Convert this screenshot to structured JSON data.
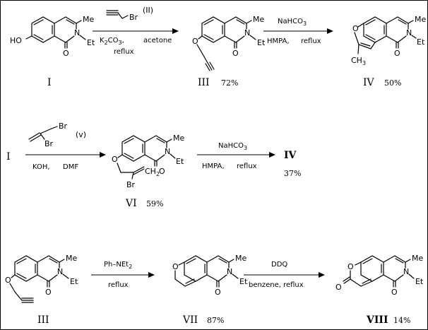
{
  "row1": {
    "compound_I": {
      "label": "I",
      "substituent_ho": "HO",
      "substituent_me": "Me",
      "substituent_et": "Et",
      "atom_n": "N",
      "atom_o": "O"
    },
    "reagent_II": {
      "label": "(II)",
      "atom_br": "Br"
    },
    "arrow1_conditions": {
      "base_main": "K",
      "base_sub": "2",
      "base_tail": "CO",
      "base_sub2": "3",
      "base_comma": ",",
      "solvent": "acetone",
      "mode": "reflux"
    },
    "compound_III": {
      "label": "III",
      "yield": "72%",
      "substituent_me": "Me",
      "substituent_et": "Et",
      "atom_n": "N",
      "atom_o": "O",
      "atom_o2": "O"
    },
    "arrow2_conditions": {
      "reagent_main": "NaHCO",
      "reagent_sub": "3",
      "solvent": "HMPA,",
      "mode": "reflux"
    },
    "compound_IV": {
      "label": "IV",
      "yield": "50%",
      "substituent_me": "Me",
      "substituent_et": "Et",
      "atom_n": "N",
      "atom_o": "O",
      "atom_o2": "O",
      "methyl_main": "CH",
      "methyl_sub": "3"
    }
  },
  "row2": {
    "start_label": "I",
    "reagent_V": {
      "label": "(v)",
      "br_top": "Br",
      "br_bottom": "Br"
    },
    "arrow3_conditions": {
      "base": "KOH,",
      "solvent": "DMF"
    },
    "compound_VI": {
      "label": "VI",
      "yield": "59%",
      "substituent_me": "Me",
      "substituent_et": "Et",
      "atom_n": "N",
      "atom_o": "O",
      "atom_o2": "O",
      "atom_br": "Br",
      "ch2_main": "CH",
      "ch2_sub": "2"
    },
    "arrow4_conditions": {
      "reagent_main": "NaHCO",
      "reagent_sub": "3",
      "solvent": "HMPA,",
      "mode": "reflux"
    },
    "product_label": "IV",
    "product_yield": "37%"
  },
  "row3": {
    "compound_III": {
      "label": "III",
      "substituent_me": "Me",
      "substituent_et": "Et",
      "atom_n": "N",
      "atom_o": "O",
      "atom_o2": "O"
    },
    "arrow5_conditions": {
      "reagent_main": "Ph",
      "reagent_dash": "–",
      "reagent_n": "NEt",
      "reagent_sub": "2",
      "mode": "reflux"
    },
    "compound_VII": {
      "label": "VII",
      "yield": "87%",
      "substituent_me": "Me",
      "substituent_et": "Et",
      "atom_n": "N",
      "atom_o": "O",
      "atom_o2": "O"
    },
    "arrow6_conditions": {
      "reagent": "DDQ",
      "solvent": "benzene, reflux"
    },
    "compound_VIII": {
      "label": "VIII",
      "yield": "14%",
      "substituent_me": "Me",
      "substituent_et": "Et",
      "atom_n": "N",
      "atom_o": "O",
      "atom_o2": "O",
      "atom_o3": "O"
    }
  }
}
